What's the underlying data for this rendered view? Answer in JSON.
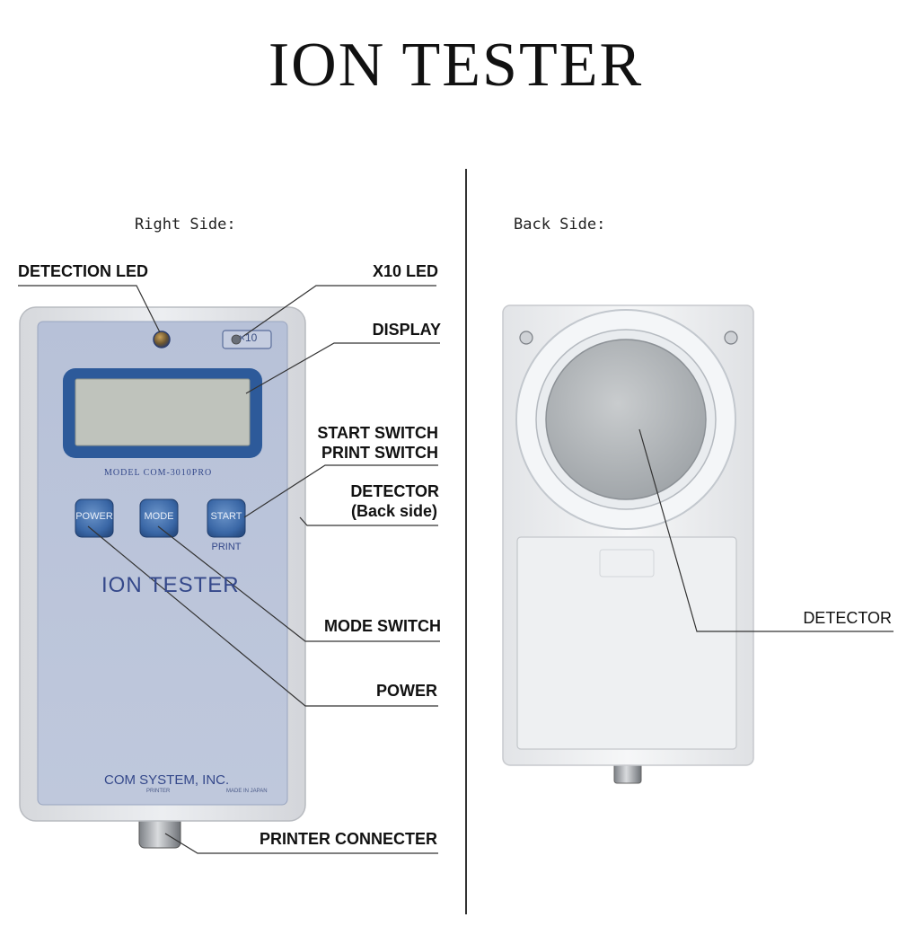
{
  "title": "ION TESTER",
  "right_side": {
    "heading": "Right Side:",
    "device": {
      "badge": "×10",
      "model": "MODEL COM-3010PRO",
      "buttons": {
        "power": "POWER",
        "mode": "MODE",
        "start": "START",
        "print": "PRINT"
      },
      "brand": "ION TESTER",
      "maker": "COM SYSTEM, INC.",
      "printer_label": "PRINTER",
      "made_in": "MADE IN JAPAN"
    },
    "callouts": {
      "detection_led": "DETECTION LED",
      "x10_led": "X10 LED",
      "display": "DISPLAY",
      "start_switch": "START SWITCH",
      "print_switch": "PRINT SWITCH",
      "detector": "DETECTOR",
      "detector_sub": "(Back side)",
      "mode_switch": "MODE SWITCH",
      "power": "POWER",
      "printer_connecter": "PRINTER CONNECTER"
    }
  },
  "back_side": {
    "heading": "Back Side:",
    "callouts": {
      "detector": "DETECTOR"
    }
  },
  "colors": {
    "panel": "#b9c3d9",
    "frame": "#e4e6ea",
    "accent_blue": "#2d5a9a",
    "lcd": "#bfc3bc",
    "label_text": "#34488a"
  }
}
